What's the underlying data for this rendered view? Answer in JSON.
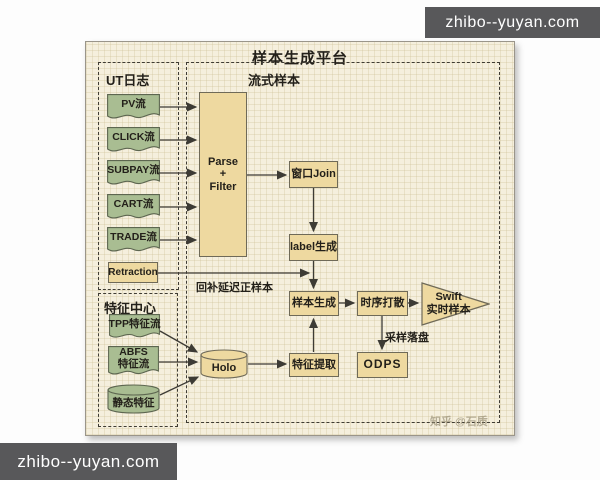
{
  "watermarks": {
    "top_right": "zhibo--yuyan.com",
    "bottom_left": "zhibo--yuyan.com",
    "zhihu_credit": "知乎 @石质"
  },
  "diagram": {
    "title": "样本生成平台",
    "groups": {
      "ut_log": "UT日志",
      "stream_sample": "流式样本",
      "feature_center": "特征中心"
    },
    "nodes": {
      "pv": "PV流",
      "click": "CLICK流",
      "subpay": "SUBPAY流",
      "cart": "CART流",
      "trade": "TRADE流",
      "retraction": "Retraction",
      "tpp": "TPP特征流",
      "abfs_line1": "ABFS",
      "abfs_line2": "特征流",
      "static_feature": "静态特征",
      "parse_line1": "Parse",
      "parse_line2": "+",
      "parse_line3": "Filter",
      "window_join": "窗口Join",
      "label_gen": "label生成",
      "sample_gen": "样本生成",
      "time_shuffle": "时序打散",
      "swift_line1": "Swift",
      "swift_line2": "实时样本",
      "feature_extract": "特征提取",
      "odps": "ODPS",
      "holo": "Holo"
    },
    "edge_labels": {
      "backfill": "回补延迟正样本",
      "sample_dump": "采样落盘"
    },
    "edges": [
      "PV流→Parse+Filter",
      "CLICK流→Parse+Filter",
      "SUBPAY流→Parse+Filter",
      "CART流→Parse+Filter",
      "TRADE流→Parse+Filter",
      "Parse+Filter→窗口Join",
      "窗口Join→label生成",
      "label生成→样本生成",
      "Retraction→样本生成(回补延迟正样本)",
      "样本生成→时序打散",
      "时序打散→Swift实时样本",
      "时序打散→ODPS(采样落盘)",
      "TPP特征流→Holo",
      "ABFS特征流→Holo",
      "静态特征→Holo",
      "Holo→特征提取",
      "特征提取→样本生成"
    ],
    "colors": {
      "paper": "#f5efdd",
      "doc_green": "#a9bd92",
      "box_tan": "#eed9a0",
      "arrow": "#3d3b35",
      "watermark_bar": "#58585a"
    }
  }
}
